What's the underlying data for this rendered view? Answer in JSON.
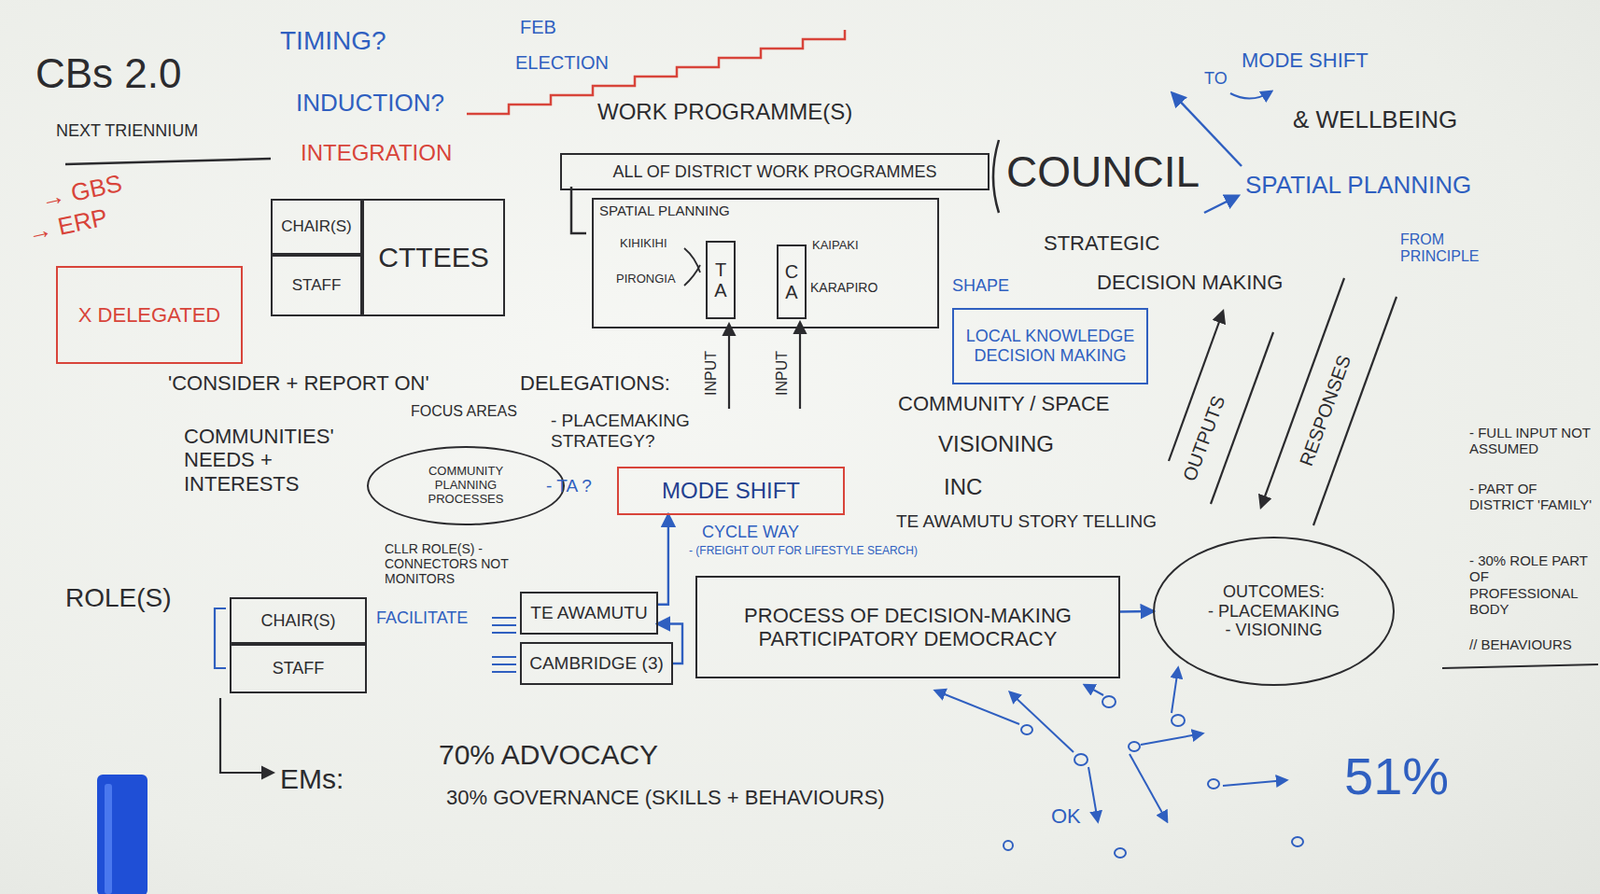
{
  "diagram": {
    "title": "CBs 2.0",
    "nodes": [
      {
        "text": [
          "X DELEGATED"
        ]
      },
      {
        "text": [
          "CHAIR(S)"
        ]
      },
      {
        "text": [
          "STAFF"
        ]
      },
      {
        "text": [
          "CTTEES"
        ]
      },
      {
        "text": [
          "ALL OF DISTRICT WORK PROGRAMMES"
        ]
      },
      {
        "text": [
          "SPATIAL PLANNING"
        ]
      },
      {
        "text": [
          "TA"
        ],
        "in": 5
      },
      {
        "text": [
          "CA"
        ],
        "in": 5
      },
      {
        "text": [
          "LOCAL KNOWLEDGE DECISION MAKING"
        ]
      },
      {
        "text": [
          "COMMUNITY PLANNING PROCESSES"
        ]
      },
      {
        "text": [
          "MODE SHIFT"
        ]
      },
      {
        "text": [
          "CHAIR(S)"
        ]
      },
      {
        "text": [
          "STAFF"
        ]
      },
      {
        "text": [
          "TE AWAMUTU"
        ]
      },
      {
        "text": [
          "CAMBRIDGE (3)"
        ]
      },
      {
        "text": [
          "PROCESS OF DECISION-MAKING",
          "PARTICIPATORY DEMOCRACY"
        ]
      },
      {
        "text": [
          "OUTCOMES:",
          "- PLACEMAKING",
          "- VISIONING"
        ]
      }
    ],
    "edges": [
      {
        "from": 13,
        "to": 10,
        "arrow": "to"
      },
      {
        "from": 14,
        "to": 13,
        "arrow": "to"
      },
      {
        "from": 15,
        "to": 16,
        "arrow": "to"
      }
    ],
    "labels": [
      "NEXT TRIENNIUM",
      "TIMING?",
      "INDUCTION?",
      "INTEGRATION",
      "FEB",
      "ELECTION",
      "→ GBS",
      "→ ERP",
      "WORK PROGRAMME(S)",
      "COUNCIL",
      "KIHIKIHI",
      "PIRONGIA",
      "KAIPAKI",
      "KARAPIRO",
      "INPUT",
      "INPUT",
      "TO",
      "MODE SHIFT",
      "& WELLBEING",
      "SPATIAL PLANNING",
      "STRATEGIC",
      "DECISION MAKING",
      "FROM PRINCIPLE",
      "SHAPE",
      "COMMUNITY / SPACE",
      "VISIONING",
      "INC",
      "TE AWAMUTU STORY TELLING",
      "OUTPUTS",
      "RESPONSES",
      "- FULL INPUT NOT ASSUMED",
      "- PART OF DISTRICT 'FAMILY'",
      "- 30% ROLE PART OF PROFESSIONAL BODY",
      "// BEHAVIOURS",
      "'CONSIDER + REPORT ON'",
      "DELEGATIONS:",
      "FOCUS AREAS",
      "- PLACEMAKING STRATEGY?",
      "- TA ?",
      "CYCLE WAY",
      "- (FREIGHT OUT FOR LIFESTYLE SEARCH)",
      "COMMUNITIES' NEEDS + INTERESTS",
      "ROLE(S)",
      "CLLR ROLE(S) - CONNECTORS NOT MONITORS",
      "FACILITATE",
      "EMs:",
      "70% ADVOCACY",
      "30% GOVERNANCE (SKILLS + BEHAVIOURS)",
      "51%",
      "OK"
    ]
  }
}
